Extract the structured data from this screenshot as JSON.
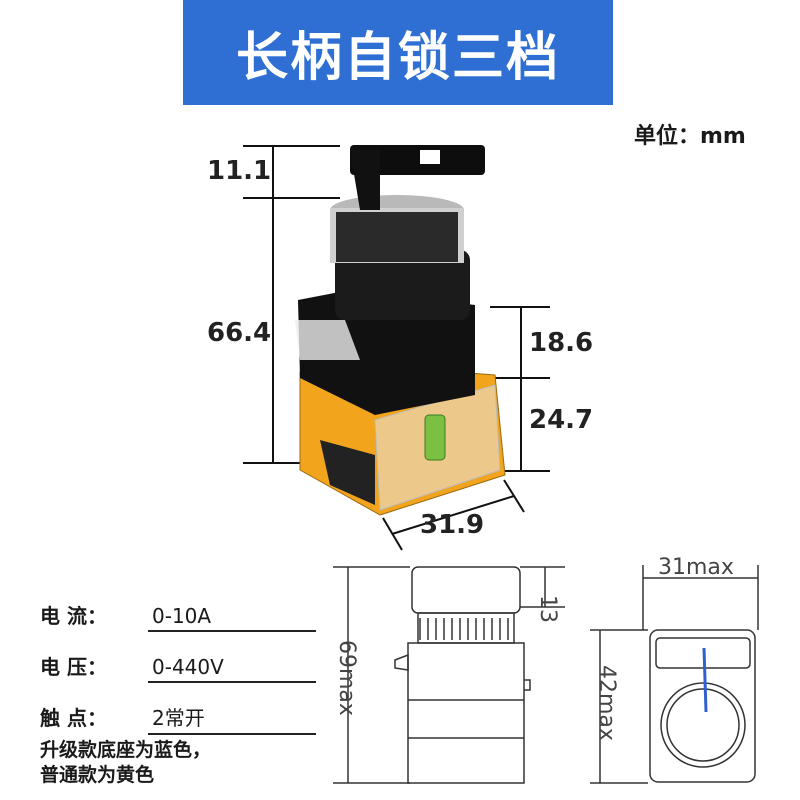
{
  "title": "长柄自锁三档",
  "unit": "单位：mm",
  "dimensions": {
    "knob_height": "11.1",
    "total_height": "66.4",
    "upper_body": "18.6",
    "lower_body": "24.7",
    "width": "31.9"
  },
  "drawing": {
    "side_top": "13",
    "side_height": "69max",
    "front_width": "31max",
    "front_height": "42max"
  },
  "specs": [
    {
      "label": "电    流：",
      "value": "0-10A"
    },
    {
      "label": "电    压：",
      "value": "0-440V"
    },
    {
      "label": "触    点：",
      "value": "2常开"
    }
  ],
  "note_lines": [
    "升级款底座为蓝色，",
    "普通款为黄色"
  ],
  "colors": {
    "banner": "#2f6fd3",
    "base_body": "#f2a41c",
    "switch_body": "#111111"
  }
}
